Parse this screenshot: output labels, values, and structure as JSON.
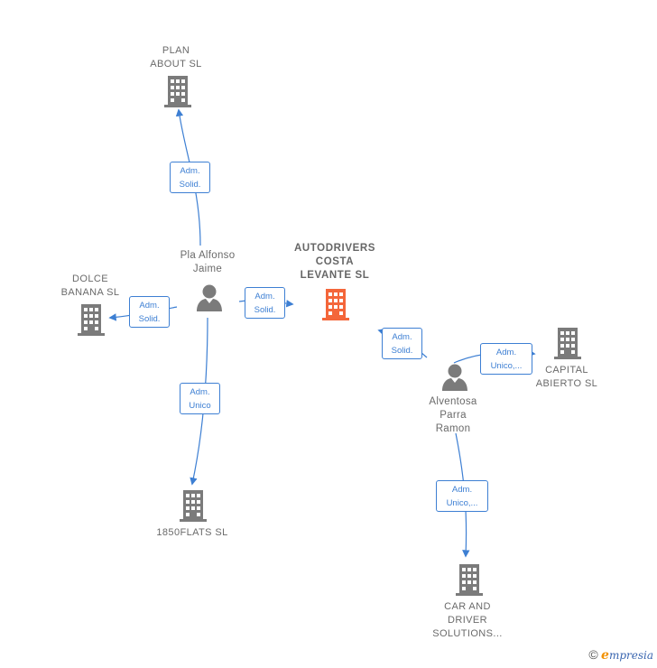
{
  "nodes": {
    "plan_about": {
      "lines": [
        "PLAN",
        "ABOUT  SL"
      ],
      "type": "company",
      "color": "#7b7b7b"
    },
    "dolce_banana": {
      "lines": [
        "DOLCE",
        "BANANA  SL"
      ],
      "type": "company",
      "color": "#7b7b7b"
    },
    "autodrivers": {
      "lines": [
        "AUTODRIVERS",
        "COSTA",
        "LEVANTE  SL"
      ],
      "type": "company",
      "color": "#f4663a",
      "is_main": true
    },
    "flats1850": {
      "lines": [
        "1850FLATS SL"
      ],
      "type": "company",
      "color": "#7b7b7b"
    },
    "capital_abierto": {
      "lines": [
        "CAPITAL",
        "ABIERTO  SL"
      ],
      "type": "company",
      "color": "#7b7b7b"
    },
    "car_driver": {
      "lines": [
        "CAR AND",
        "DRIVER",
        "SOLUTIONS..."
      ],
      "type": "company",
      "color": "#7b7b7b"
    },
    "pla_alfonso": {
      "lines": [
        "Pla Alfonso",
        "Jaime"
      ],
      "type": "person",
      "color": "#7b7b7b"
    },
    "alventosa": {
      "lines": [
        "Alventosa",
        "Parra",
        "Ramon"
      ],
      "type": "person",
      "color": "#7b7b7b"
    }
  },
  "edges": {
    "pla_to_plan": {
      "lines": [
        "Adm.",
        "Solid."
      ]
    },
    "pla_to_dolce": {
      "lines": [
        "Adm.",
        "Solid."
      ]
    },
    "pla_to_autodrivers": {
      "lines": [
        "Adm.",
        "Solid."
      ]
    },
    "pla_to_1850": {
      "lines": [
        "Adm.",
        "Unico"
      ]
    },
    "alventosa_to_autodrivers": {
      "lines": [
        "Adm.",
        "Solid."
      ]
    },
    "alventosa_to_capital": {
      "lines": [
        "Adm.",
        "Unico,..."
      ]
    },
    "alventosa_to_car": {
      "lines": [
        "Adm.",
        "Unico,..."
      ]
    }
  },
  "colors": {
    "edge": "#3d7fd3",
    "node": "#7b7b7b",
    "main": "#f4663a"
  },
  "footer": {
    "copyright": "©",
    "brand_initial": "e",
    "brand_rest": "mpresia"
  }
}
